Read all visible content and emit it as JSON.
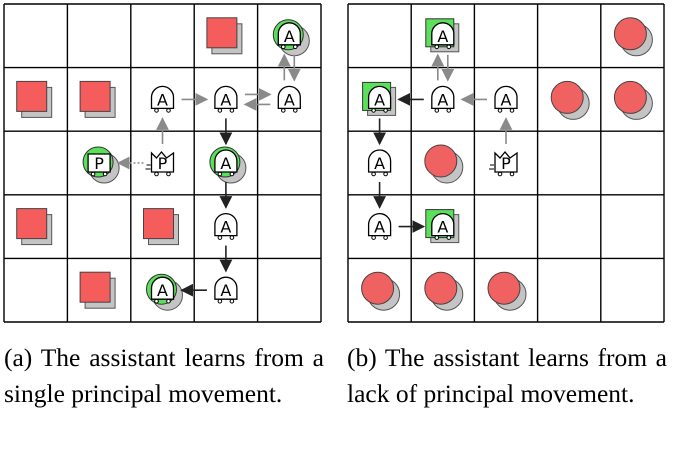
{
  "agent_letters": {
    "assistant": "A",
    "principal": "P"
  },
  "colors": {
    "green": "#5be05b",
    "red": "#f55c5c",
    "red_circle": "#f06161",
    "gray_shadow": "#c4c4c4",
    "arrow_dark": "#222222",
    "arrow_light": "#8a8a8a",
    "grid": "#000000"
  },
  "panel_a": {
    "caption": "(a) The assistant learns from a single principal movement.",
    "grid_size": [
      5,
      5
    ],
    "cells": [
      {
        "row": 0,
        "col": 3,
        "type": "red-square"
      },
      {
        "row": 0,
        "col": 4,
        "type": "assistant",
        "goal": "green-circle"
      },
      {
        "row": 1,
        "col": 0,
        "type": "red-square"
      },
      {
        "row": 1,
        "col": 1,
        "type": "red-square"
      },
      {
        "row": 1,
        "col": 2,
        "type": "assistant"
      },
      {
        "row": 1,
        "col": 3,
        "type": "assistant"
      },
      {
        "row": 1,
        "col": 4,
        "type": "assistant"
      },
      {
        "row": 2,
        "col": 1,
        "type": "principal",
        "goal": "green-circle"
      },
      {
        "row": 2,
        "col": 2,
        "type": "principal",
        "style": "ghost"
      },
      {
        "row": 2,
        "col": 3,
        "type": "assistant",
        "goal": "green-circle"
      },
      {
        "row": 3,
        "col": 0,
        "type": "red-square"
      },
      {
        "row": 3,
        "col": 2,
        "type": "red-square"
      },
      {
        "row": 3,
        "col": 3,
        "type": "assistant"
      },
      {
        "row": 4,
        "col": 1,
        "type": "red-square"
      },
      {
        "row": 4,
        "col": 2,
        "type": "assistant",
        "goal": "green-circle"
      },
      {
        "row": 4,
        "col": 3,
        "type": "assistant"
      }
    ],
    "arrows": [
      {
        "from": [
          2,
          2
        ],
        "to": [
          2,
          1
        ],
        "style": "dotted"
      },
      {
        "from": [
          2,
          2
        ],
        "to": [
          1,
          2
        ],
        "style": "light"
      },
      {
        "from": [
          1,
          2
        ],
        "to": [
          1,
          3
        ],
        "style": "light"
      },
      {
        "from": [
          1,
          3
        ],
        "to": [
          1,
          4
        ],
        "style": "light",
        "kind": "bidirectional"
      },
      {
        "from": [
          1,
          4
        ],
        "to": [
          0,
          4
        ],
        "style": "light",
        "kind": "bidirectional"
      },
      {
        "from": [
          1,
          3
        ],
        "to": [
          2,
          3
        ],
        "style": "dark"
      },
      {
        "from": [
          2,
          3
        ],
        "to": [
          3,
          3
        ],
        "style": "dark"
      },
      {
        "from": [
          3,
          3
        ],
        "to": [
          4,
          3
        ],
        "style": "dark"
      },
      {
        "from": [
          4,
          3
        ],
        "to": [
          4,
          2
        ],
        "style": "dark"
      }
    ]
  },
  "panel_b": {
    "caption": "(b) The assistant learns from a lack of principal movement.",
    "grid_size": [
      5,
      5
    ],
    "cells": [
      {
        "row": 0,
        "col": 1,
        "type": "assistant",
        "goal": "green-square"
      },
      {
        "row": 0,
        "col": 4,
        "type": "red-circle"
      },
      {
        "row": 1,
        "col": 0,
        "type": "assistant",
        "goal": "green-square"
      },
      {
        "row": 1,
        "col": 1,
        "type": "assistant"
      },
      {
        "row": 1,
        "col": 2,
        "type": "assistant"
      },
      {
        "row": 1,
        "col": 3,
        "type": "red-circle"
      },
      {
        "row": 1,
        "col": 4,
        "type": "red-circle"
      },
      {
        "row": 2,
        "col": 0,
        "type": "assistant"
      },
      {
        "row": 2,
        "col": 1,
        "type": "red-circle"
      },
      {
        "row": 2,
        "col": 2,
        "type": "principal",
        "style": "ghost"
      },
      {
        "row": 3,
        "col": 0,
        "type": "assistant"
      },
      {
        "row": 3,
        "col": 1,
        "type": "assistant",
        "goal": "green-square"
      },
      {
        "row": 4,
        "col": 0,
        "type": "red-circle"
      },
      {
        "row": 4,
        "col": 1,
        "type": "red-circle"
      },
      {
        "row": 4,
        "col": 2,
        "type": "red-circle"
      }
    ],
    "arrows": [
      {
        "from": [
          2,
          2
        ],
        "to": [
          1,
          2
        ],
        "style": "light"
      },
      {
        "from": [
          1,
          2
        ],
        "to": [
          1,
          1
        ],
        "style": "light"
      },
      {
        "from": [
          1,
          1
        ],
        "to": [
          0,
          1
        ],
        "style": "light",
        "kind": "bidirectional"
      },
      {
        "from": [
          1,
          1
        ],
        "to": [
          1,
          0
        ],
        "style": "dark"
      },
      {
        "from": [
          1,
          0
        ],
        "to": [
          2,
          0
        ],
        "style": "dark"
      },
      {
        "from": [
          2,
          0
        ],
        "to": [
          3,
          0
        ],
        "style": "dark"
      },
      {
        "from": [
          3,
          0
        ],
        "to": [
          3,
          1
        ],
        "style": "dark"
      }
    ]
  }
}
